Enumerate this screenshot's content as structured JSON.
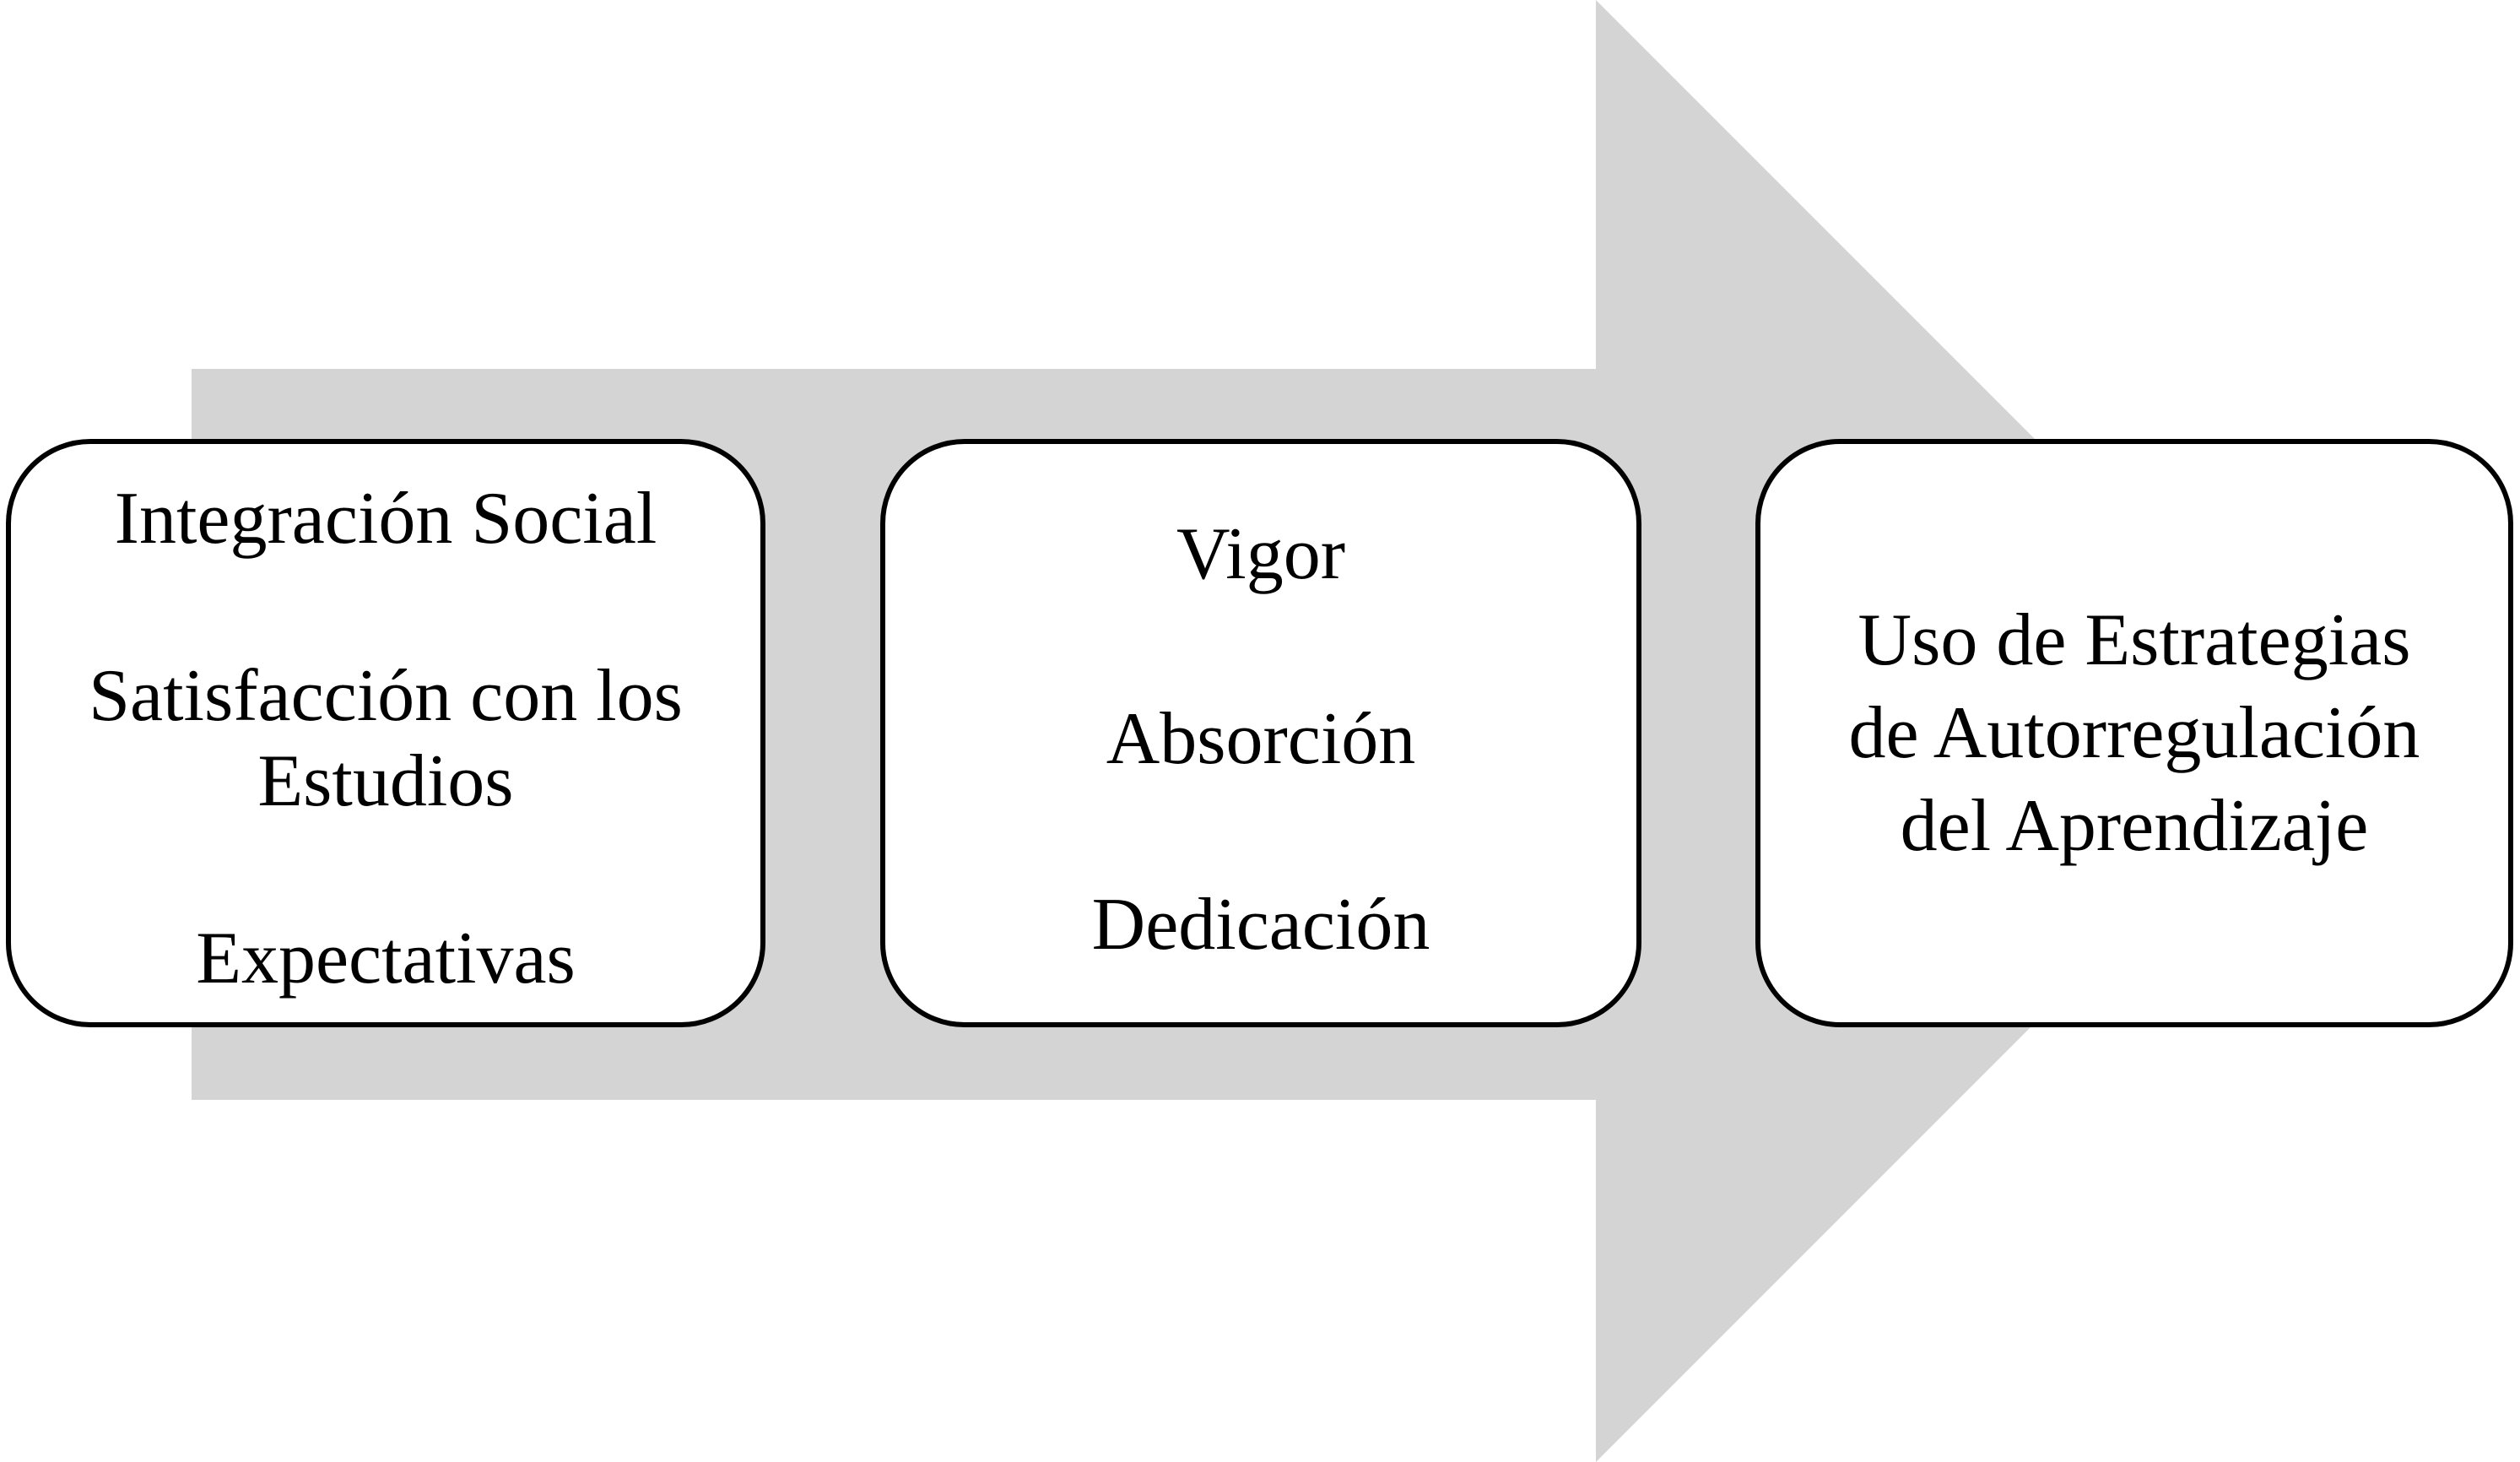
{
  "diagram": {
    "arrow_color": "#d4d4d4",
    "box_border_color": "#000000",
    "text_color": "#000000",
    "boxes": [
      {
        "lines": [
          "Integración Social",
          "Satisfacción con los\nEstudios",
          "Expectativas"
        ]
      },
      {
        "lines": [
          "Vigor",
          "Absorción",
          "Dedicación"
        ]
      },
      {
        "lines": [
          "Uso de Estrategias\nde Autorregulación\ndel Aprendizaje"
        ]
      }
    ]
  }
}
